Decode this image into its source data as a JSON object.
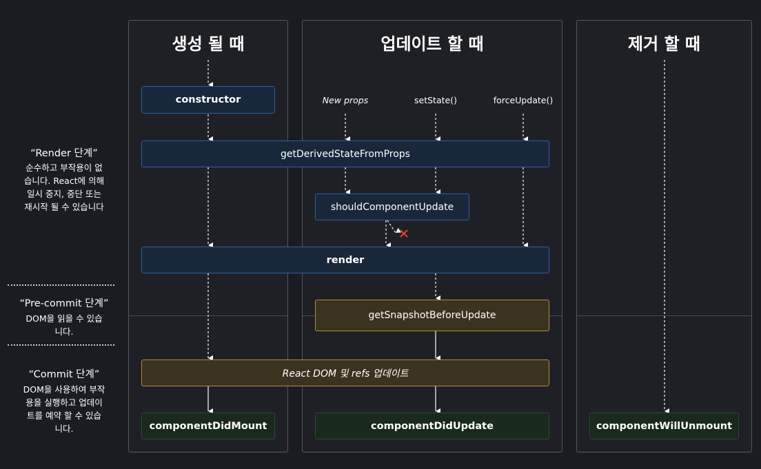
{
  "columns": {
    "mount": {
      "title": "생성 될 때"
    },
    "update": {
      "title": "업데이트 할 때"
    },
    "unmount": {
      "title": "제거 할 때"
    }
  },
  "phases": {
    "render": {
      "title": "“Render 단계”",
      "description_lines": [
        "순수하고 부작용이 없",
        "습니다. React에 의해",
        "일시 중지, 중단 또는",
        "재시작 될 수 있습니다"
      ]
    },
    "precommit": {
      "title": "“Pre-commit 단계”",
      "description_lines": [
        "DOM을 읽을 수 있습",
        "니다."
      ]
    },
    "commit": {
      "title": "“Commit 단계”",
      "description_lines": [
        "DOM을 사용하여 부작",
        "용을 실행하고 업데이",
        "트를 예약 할 수 있습",
        "니다."
      ]
    }
  },
  "triggers": {
    "new_props": "New props",
    "set_state": "setState()",
    "force_update": "forceUpdate()"
  },
  "nodes": {
    "constructor": "constructor",
    "get_derived_state": "getDerivedStateFromProps",
    "should_update": "shouldComponentUpdate",
    "render": "render",
    "get_snapshot": "getSnapshotBeforeUpdate",
    "react_dom_update": "React DOM 및 refs 업데이트",
    "did_mount": "componentDidMount",
    "did_update": "componentDidUpdate",
    "will_unmount": "componentWillUnmount"
  },
  "colors": {
    "background": "#1b1c21",
    "render_phase_node_border": "#2d5fa6",
    "precommit_node_border": "#b4893a",
    "commit_result_border": "#2e4a31",
    "stop_mark": "#e0402c"
  },
  "icons": {
    "stop": "x-mark-icon"
  }
}
